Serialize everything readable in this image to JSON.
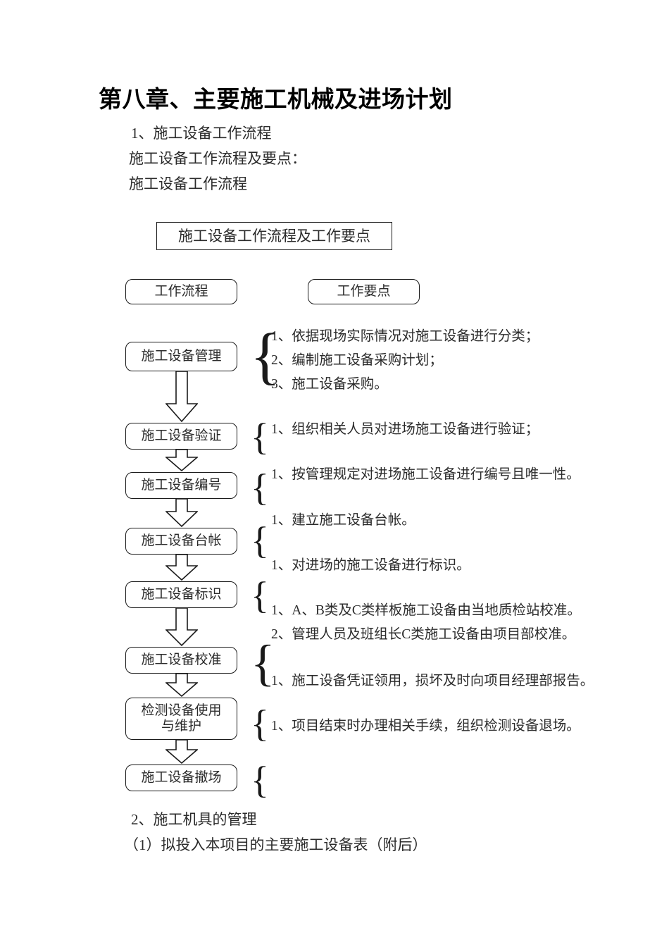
{
  "document": {
    "title": "第八章、主要施工机械及进场计划",
    "intro_lines": [
      "1、施工设备工作流程",
      "施工设备工作流程及要点：",
      "施工设备工作流程"
    ],
    "footer_lines": [
      "2、施工机具的管理",
      "（1）拟投入本项目的主要施工设备表（附后）"
    ]
  },
  "flowchart": {
    "header_box": "施工设备工作流程及工作要点",
    "column_headers": {
      "left": "工作流程",
      "right": "工作要点"
    },
    "nodes": [
      {
        "id": "node-equipment-management",
        "label": "施工设备管理"
      },
      {
        "id": "node-equipment-verification",
        "label": "施工设备验证"
      },
      {
        "id": "node-equipment-numbering",
        "label": "施工设备编号"
      },
      {
        "id": "node-equipment-ledger",
        "label": "施工设备台帐"
      },
      {
        "id": "node-equipment-identification",
        "label": "施工设备标识"
      },
      {
        "id": "node-equipment-calibration",
        "label": "施工设备校准"
      },
      {
        "id": "node-equipment-use-maintenance",
        "label": "检测设备使用\n与维护"
      },
      {
        "id": "node-equipment-withdrawal",
        "label": "施工设备撤场"
      }
    ],
    "requirements": [
      {
        "group": "equipment-management",
        "lines": [
          "1、依据现场实际情况对施工设备进行分类；",
          "2、编制施工设备采购计划；",
          "3、施工设备采购。"
        ]
      },
      {
        "group": "equipment-verification",
        "lines": [
          "1、组织相关人员对进场施工设备进行验证；"
        ]
      },
      {
        "group": "equipment-numbering",
        "lines": [
          "1、按管理规定对进场施工设备进行编号且唯一性。"
        ]
      },
      {
        "group": "equipment-ledger",
        "lines": [
          "1、建立施工设备台帐。"
        ]
      },
      {
        "group": "equipment-identification",
        "lines": [
          "1、对进场的施工设备进行标识。"
        ]
      },
      {
        "group": "equipment-calibration",
        "lines": [
          "1、A、B类及C类样板施工设备由当地质检站校准。",
          "2、管理人员及班组长C类施工设备由项目部校准。"
        ]
      },
      {
        "group": "equipment-use-maintenance",
        "lines": [
          "1、施工设备凭证领用，损坏及时向项目经理部报告。"
        ]
      },
      {
        "group": "equipment-withdrawal",
        "lines": [
          "1、项目结束时办理相关手续，组织检测设备退场。"
        ]
      }
    ],
    "brace_glyph": "{",
    "colors": {
      "ink": "#2b2b2b",
      "stroke": "#1a1a1a",
      "background": "#ffffff"
    }
  }
}
